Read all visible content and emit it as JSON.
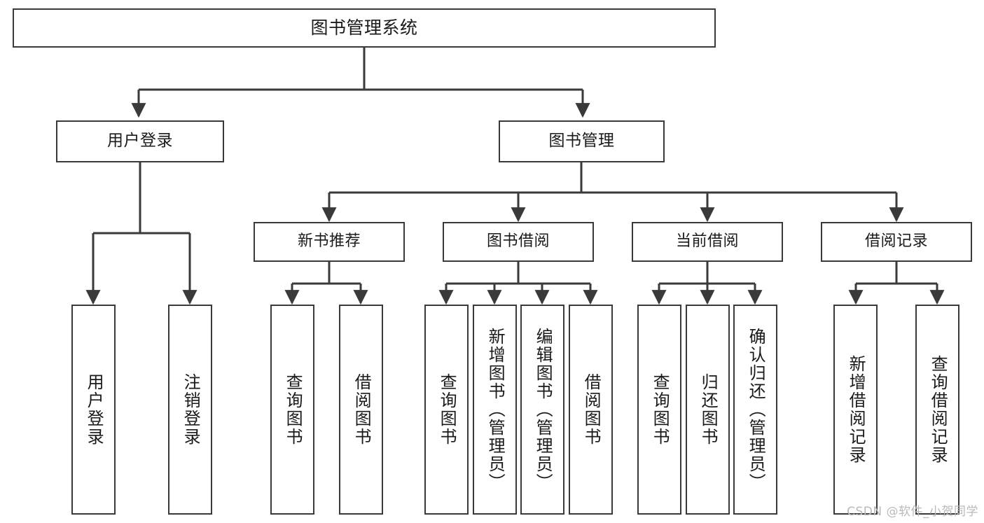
{
  "diagram": {
    "title": "图书管理系统",
    "type": "功能结构图",
    "watermark": "CSDN @软件_小贺同学",
    "colors": {
      "stroke": "#3a3a3a",
      "fill": "#ffffff",
      "text": "#1a1a1a",
      "watermark": "#b9b9b9"
    }
  },
  "nodes": {
    "root": {
      "label": "图书管理系统"
    },
    "level1": [
      {
        "id": "user-login",
        "label": "用户登录"
      },
      {
        "id": "book-manage",
        "label": "图书管理"
      }
    ],
    "level2": [
      {
        "id": "new-book-recommend",
        "label": "新书推荐"
      },
      {
        "id": "book-borrow",
        "label": "图书借阅"
      },
      {
        "id": "current-borrow",
        "label": "当前借阅"
      },
      {
        "id": "borrow-record",
        "label": "借阅记录"
      }
    ],
    "leaves": [
      {
        "id": "leaf-user-login",
        "parent": "user-login",
        "label": "用户登录"
      },
      {
        "id": "leaf-logout",
        "parent": "user-login",
        "label": "注销登录"
      },
      {
        "id": "leaf-query-book-1",
        "parent": "new-book-recommend",
        "label": "查询图书"
      },
      {
        "id": "leaf-borrow-book-1",
        "parent": "new-book-recommend",
        "label": "借阅图书"
      },
      {
        "id": "leaf-query-book-2",
        "parent": "book-borrow",
        "label": "查询图书"
      },
      {
        "id": "leaf-add-book",
        "parent": "book-borrow",
        "label": "新增图书（管理员）"
      },
      {
        "id": "leaf-edit-book",
        "parent": "book-borrow",
        "label": "编辑图书（管理员）"
      },
      {
        "id": "leaf-borrow-book-2",
        "parent": "book-borrow",
        "label": "借阅图书"
      },
      {
        "id": "leaf-query-book-3",
        "parent": "current-borrow",
        "label": "查询图书"
      },
      {
        "id": "leaf-return-book",
        "parent": "current-borrow",
        "label": "归还图书"
      },
      {
        "id": "leaf-confirm-return",
        "parent": "current-borrow",
        "label": "确认归还（管理员）"
      },
      {
        "id": "leaf-add-record",
        "parent": "borrow-record",
        "label": "新增借阅记录"
      },
      {
        "id": "leaf-query-record",
        "parent": "borrow-record",
        "label": "查询借阅记录"
      }
    ]
  }
}
